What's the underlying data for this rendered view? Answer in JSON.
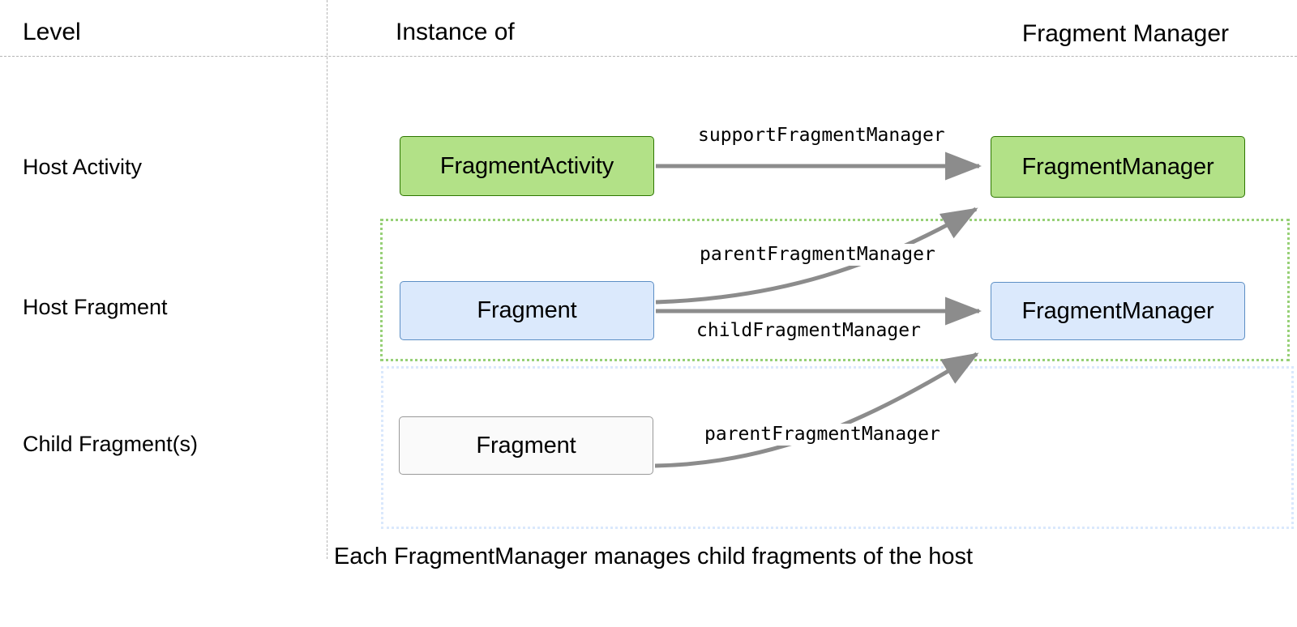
{
  "diagram": {
    "title_caption": "Each FragmentManager manages child fragments of the host",
    "columns": {
      "level": "Level",
      "instance_of": "Instance of",
      "fragment_manager": "Fragment Manager"
    },
    "rows": [
      {
        "level_label": "Host Activity",
        "instance_node": "FragmentActivity",
        "manager_node": "FragmentManager",
        "node_style": "green"
      },
      {
        "level_label": "Host Fragment",
        "instance_node": "Fragment",
        "manager_node": "FragmentManager",
        "node_style": "blue"
      },
      {
        "level_label": "Child Fragment(s)",
        "instance_node": "Fragment",
        "manager_node": "",
        "node_style": "plain"
      }
    ],
    "edges": [
      {
        "id": "support",
        "label": "supportFragmentManager",
        "from": "FragmentActivity",
        "to": "FragmentManager (activity)"
      },
      {
        "id": "parent_host",
        "label": "parentFragmentManager",
        "from": "Fragment (host)",
        "to": "FragmentManager (activity)"
      },
      {
        "id": "child",
        "label": "childFragmentManager",
        "from": "Fragment (host)",
        "to": "FragmentManager (host fragment)"
      },
      {
        "id": "parent_child",
        "label": "parentFragmentManager",
        "from": "Fragment (child)",
        "to": "FragmentManager (host fragment)"
      }
    ],
    "colors": {
      "green_fill": "#b2e187",
      "green_border": "#2d7600",
      "green_group_border": "#97d077",
      "blue_fill": "#dbe9fc",
      "blue_border": "#5c8ec4",
      "blue_group_border": "#dae8fc",
      "plain_fill": "#fafafa",
      "plain_border": "#999999",
      "arrow": "#8c8c8c",
      "rule": "#b5b5b5",
      "text": "#000000"
    }
  }
}
